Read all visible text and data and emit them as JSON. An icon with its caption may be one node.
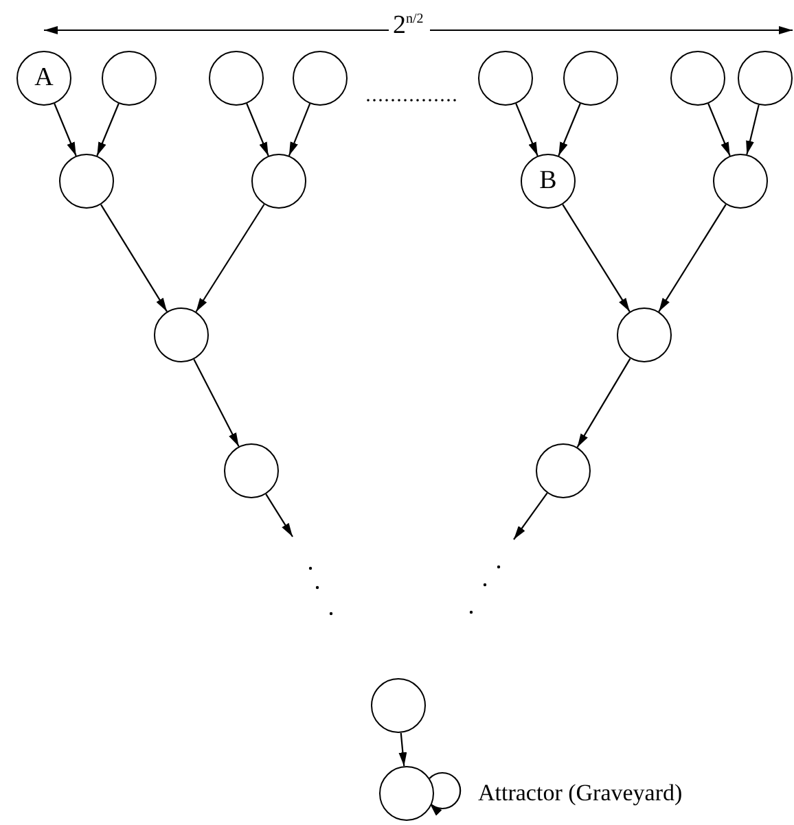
{
  "diagram": {
    "nodes": [
      {
        "text": [
          "A"
        ]
      },
      {
        "text": [],
        "shape": "circle"
      },
      {
        "text": [],
        "shape": "circle"
      },
      {
        "text": [],
        "shape": "circle"
      },
      {
        "text": [],
        "shape": "circle"
      },
      {
        "text": [],
        "shape": "circle"
      },
      {
        "text": [],
        "shape": "circle"
      },
      {
        "text": [],
        "shape": "circle"
      },
      {
        "text": [],
        "shape": "circle"
      },
      {
        "text": [],
        "shape": "circle"
      },
      {
        "text": [
          "B"
        ]
      },
      {
        "text": [],
        "shape": "circle"
      },
      {
        "text": [],
        "shape": "circle"
      },
      {
        "text": [],
        "shape": "circle"
      },
      {
        "text": [],
        "shape": "circle"
      },
      {
        "text": [],
        "shape": "circle"
      },
      {
        "text": [],
        "shape": "circle"
      },
      {
        "text": [],
        "shape": "circle",
        "beside": [
          "Attractor (Graveyard)"
        ]
      }
    ],
    "edges": [
      {
        "from": 0,
        "to": 8,
        "arrow": "to"
      },
      {
        "from": 1,
        "to": 8,
        "arrow": "to"
      },
      {
        "from": 2,
        "to": 9,
        "arrow": "to"
      },
      {
        "from": 3,
        "to": 9,
        "arrow": "to"
      },
      {
        "from": 4,
        "to": 10,
        "arrow": "to"
      },
      {
        "from": 5,
        "to": 10,
        "arrow": "to"
      },
      {
        "from": 6,
        "to": 11,
        "arrow": "to"
      },
      {
        "from": 7,
        "to": 11,
        "arrow": "to"
      },
      {
        "from": 8,
        "to": 12,
        "arrow": "to"
      },
      {
        "from": 9,
        "to": 12,
        "arrow": "to"
      },
      {
        "from": 10,
        "to": 13,
        "arrow": "to"
      },
      {
        "from": 11,
        "to": 13,
        "arrow": "to"
      },
      {
        "from": 12,
        "to": 14,
        "arrow": "to"
      },
      {
        "from": 13,
        "to": 15,
        "arrow": "to"
      },
      {
        "from": 14,
        "to": null,
        "arrow": "to"
      },
      {
        "from": 15,
        "to": null,
        "arrow": "to"
      },
      {
        "from": 16,
        "to": 17,
        "arrow": "to"
      },
      {
        "from": 17,
        "to": 17,
        "arrow": "to"
      }
    ],
    "labels": [
      "2$^{n/2}$"
    ]
  }
}
